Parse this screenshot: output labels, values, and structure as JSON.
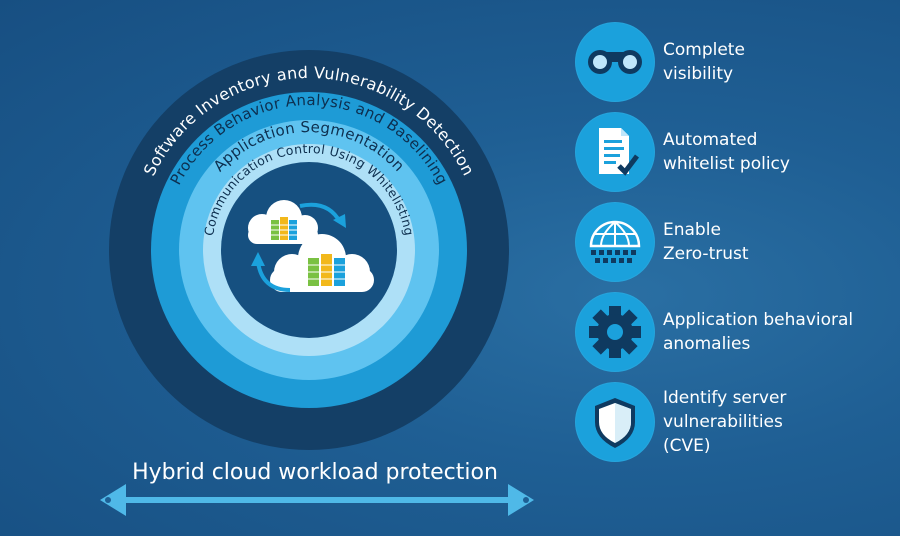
{
  "diagram": {
    "rings": [
      {
        "id": "ring-1",
        "label": "Software Inventory and Vulnerability Detection",
        "color": "#143f66"
      },
      {
        "id": "ring-2",
        "label": "Process Behavior Analysis and Baselining",
        "color": "#1e9bd6"
      },
      {
        "id": "ring-3",
        "label": "Application Segmentation",
        "color": "#5fc3f0"
      },
      {
        "id": "ring-4",
        "label": "Communication Control Using Whitelisting",
        "color": "#aee0f7"
      }
    ],
    "center_color": "#165080",
    "bottom_label": "Hybrid cloud workload protection"
  },
  "features": [
    {
      "id": "visibility",
      "label": "Complete\nvisibility",
      "icon": "binoculars-icon"
    },
    {
      "id": "whitelist",
      "label": "Automated\nwhitelist policy",
      "icon": "document-check-icon"
    },
    {
      "id": "zerotrust",
      "label": "Enable\nZero-trust",
      "icon": "globe-grid-icon"
    },
    {
      "id": "anomalies",
      "label": "Application behavioral\nanomalies",
      "icon": "gear-icon"
    },
    {
      "id": "cve",
      "label": "Identify server\nvulnerabilities\n(CVE)",
      "icon": "shield-icon"
    }
  ],
  "colors": {
    "accent": "#1ba1dc",
    "server_green": "#7ac143",
    "server_yellow": "#f2b81b",
    "server_blue": "#1ba1dc"
  }
}
